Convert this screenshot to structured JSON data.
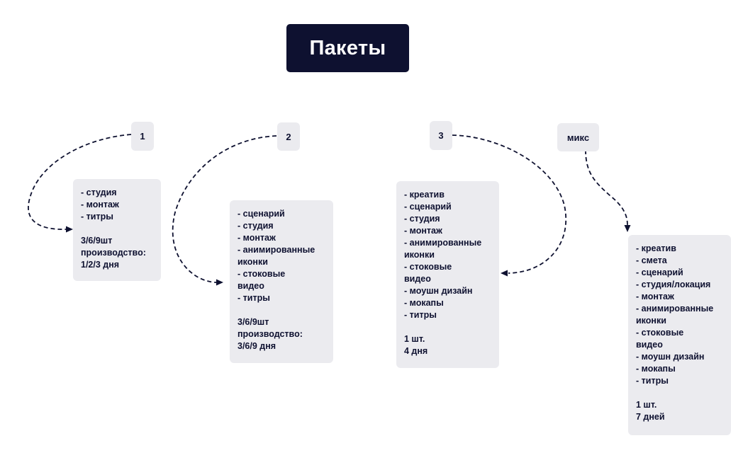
{
  "title": "Пакеты",
  "colors": {
    "dark": "#0e1130",
    "card_bg": "#ebebef",
    "background": "#ffffff"
  },
  "packages": [
    {
      "tag": "1",
      "items": [
        "- студия",
        "- монтаж",
        "- титры"
      ],
      "footer": [
        "3/6/9шт",
        "производство:",
        "1/2/3 дня"
      ]
    },
    {
      "tag": "2",
      "items": [
        "- сценарий",
        "- студия",
        "- монтаж",
        "- анимированные",
        "иконки",
        "- стоковые",
        "видео",
        "- титры"
      ],
      "footer": [
        "3/6/9шт",
        "производство:",
        "3/6/9 дня"
      ]
    },
    {
      "tag": "3",
      "items": [
        "- креатив",
        "- сценарий",
        "- студия",
        "- монтаж",
        "- анимированные",
        "иконки",
        "- стоковые",
        "видео",
        "- моушн дизайн",
        "- мокапы",
        "- титры"
      ],
      "footer": [
        "1 шт.",
        "4 дня"
      ]
    },
    {
      "tag": "микс",
      "items": [
        "- креатив",
        "- смета",
        "- сценарий",
        "- студия/локация",
        "- монтаж",
        "- анимированные",
        "иконки",
        "- стоковые",
        "видео",
        "- моушн дизайн",
        "- мокапы",
        "- титры"
      ],
      "footer": [
        "1 шт.",
        "7 дней"
      ]
    }
  ]
}
